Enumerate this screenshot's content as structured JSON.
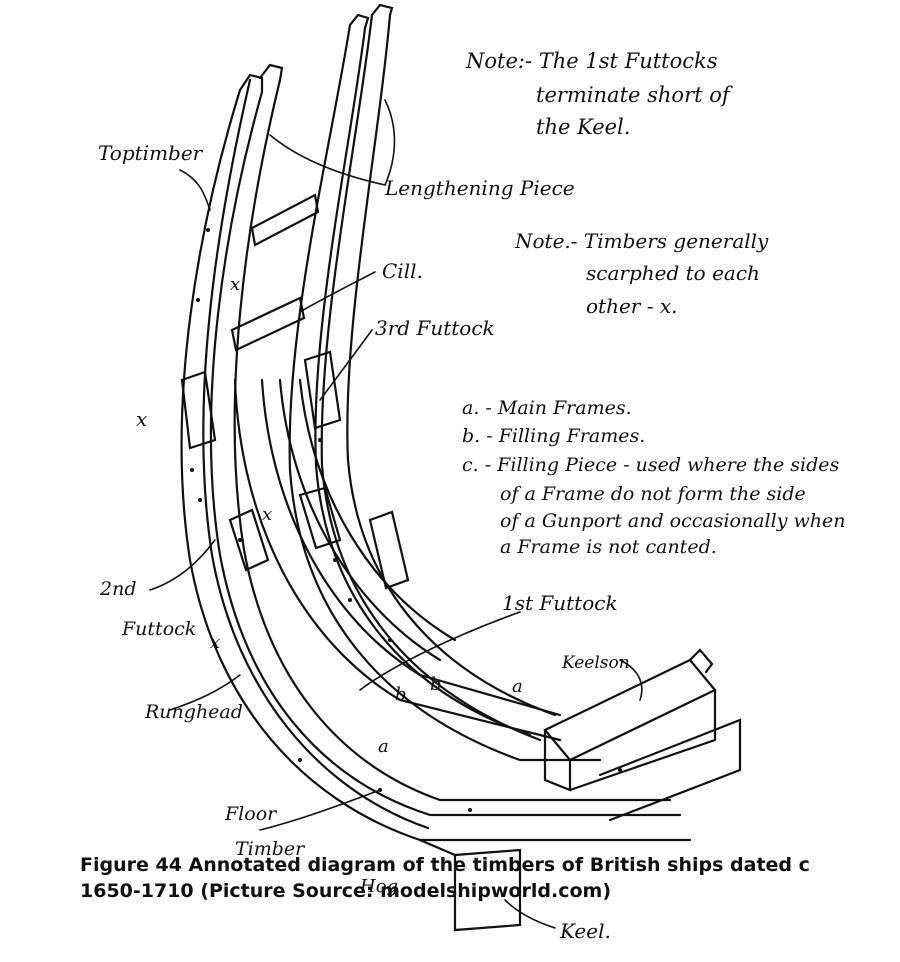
{
  "labels": {
    "toptimber": "Toptimber",
    "lengthening_piece": "Lengthening Piece",
    "cill": "Cill.",
    "third_futtock": "3rd Futtock",
    "second_futtock_line1": "2nd",
    "second_futtock_line2": "Futtock",
    "first_futtock": "1st Futtock",
    "keelson": "Keelson",
    "rungehead": "Runghead",
    "floor_timber_line1": "Floor",
    "floor_timber_line2": "Timber",
    "hog": "Hog",
    "keel": "Keel.",
    "x_mark": "x",
    "frame_a": "a",
    "frame_b": "b"
  },
  "notes": {
    "note1": [
      "Note:- The 1st Futtocks",
      "terminate short of",
      "the Keel."
    ],
    "note2": [
      "Note.- Timbers generally",
      "scarphed to each",
      "other - x."
    ],
    "legend": [
      "a. - Main Frames.",
      "b. - Filling Frames.",
      "c. - Filling Piece - used where the sides",
      "of a Frame do   not form the side",
      "of a Gunport and occasionally when",
      "a Frame is not canted."
    ]
  },
  "caption": {
    "line1": "Figure 44 Annotated diagram of the timbers of British ships dated c",
    "line2": "1650-1710 (Picture Source: modelshipworld.com)"
  },
  "colors": {
    "ink": "#111111",
    "paper": "#ffffff"
  }
}
